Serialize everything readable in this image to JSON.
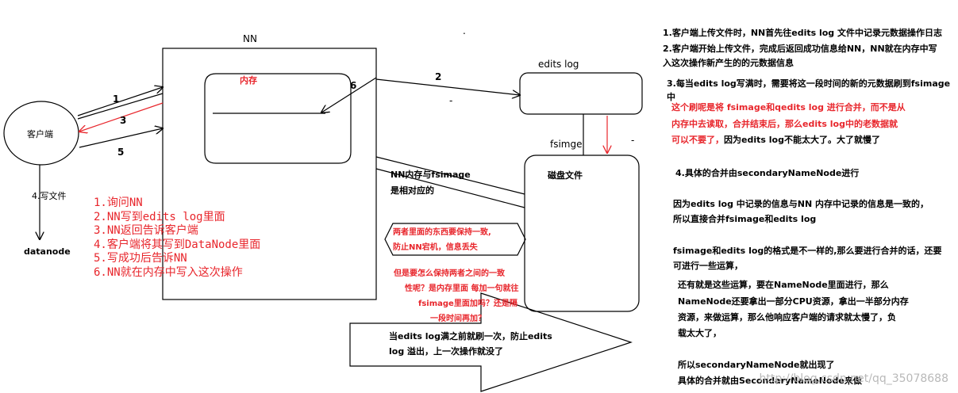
{
  "labels": {
    "nn": "NN",
    "memory": "内存",
    "edits_log": "edits log",
    "fsimage": "fsimge",
    "disk_file": "磁盘文件",
    "client": "客户端",
    "datanode": "datanode",
    "write_file": "4.写文件",
    "nn_mem_fsimage_1": "NN内存与fsimage",
    "nn_mem_fsimage_2": "是相对应的",
    "dash": "-",
    "dot": "."
  },
  "arrow_numbers": {
    "n1": "1",
    "n2": "2",
    "n3": "3",
    "n5": "5",
    "n6": "6"
  },
  "steps": [
    "1.询问NN",
    "2.NN写到edits log里面",
    "3.NN返回告诉客户端",
    "4.客户端将其写到DataNode里面",
    "5.写成功后告诉NN",
    "6.NN就在内存中写入这次操作"
  ],
  "hexagon_text": [
    "两者里面的东西要保持一致,",
    "防止NN宕机，信息丢失"
  ],
  "question_text": [
    "但是要怎么保持两者之间的一致",
    "性呢？是内存里面 每加一句就往",
    "fsimage里面加吗？还是隔",
    "一段时间再加？"
  ],
  "big_arrow_text": [
    "当edits log满之前就刷一次，防止edits",
    "log 溢出，上一次操作就没了"
  ],
  "right_notes": {
    "n1": "1.客户端上传文件时，NN首先往edits log 文件中记录元数据操作日志",
    "n2a": "2.客户端开始上传文件，完成后返回成功信息给NN，NN就在内存中写",
    "n2b": "入这次操作新产生的的元数据信息",
    "n3": "3.每当edits log写满时，需要将这一段时间的新的元数据刷到fsimage中",
    "red1": "这个刷呢是将 fsimage和qedits log 进行合并，而不是从",
    "red2": "内存中去读取，合并结束后，那么edits log中的老数据就",
    "red3": "可以不要了，",
    "red3_black": "因为edits log不能太大了。大了就慢了",
    "n4": "4.具体的合并由secondaryNameNode进行",
    "p1a": "因为edits log 中记录的信息与NN 内存中记录的信息是一致的，",
    "p1b": "所以直接合并fsimage和edits log",
    "p2a": "fsimage和edits log的格式是不一样的,那么要进行合并的话，还要",
    "p2b": "可进行一些运算，",
    "p3a": "还有就是这些运算，要在NameNode里面进行，那么",
    "p3b": "NameNode还要拿出一部分CPU资源，拿出一半部分内存",
    "p3c": "资源，来做运算，那么他响应客户端的请求就太慢了，负",
    "p3d": "载太大了，",
    "p4a": "所以secondaryNameNode就出现了",
    "p4b": "具体的合并就由SecondaryNameNode来做"
  },
  "watermark": "http://blog.csdn.net/qq_35078688"
}
